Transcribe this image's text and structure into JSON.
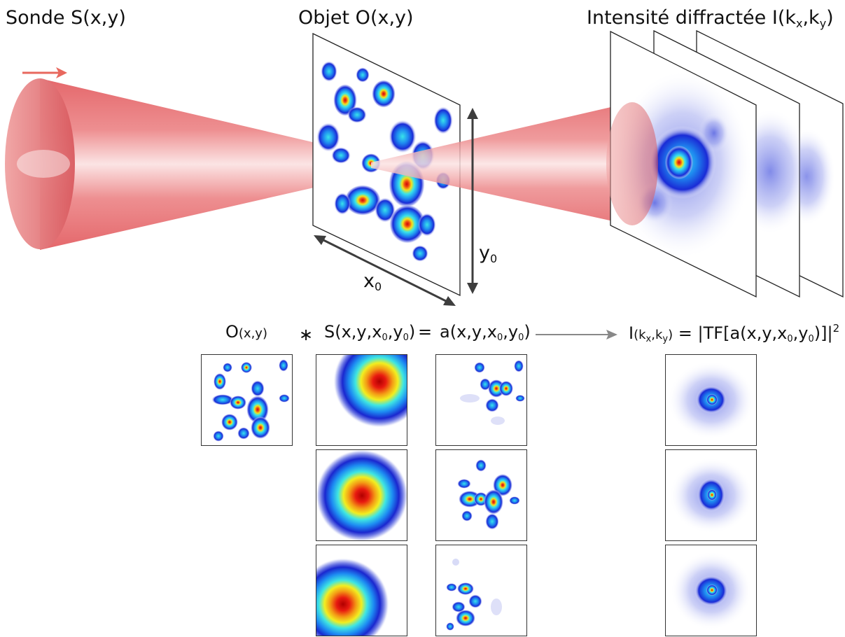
{
  "labels": {
    "probe_prefix": "Sonde S",
    "probe_args": "(x,y)",
    "object_prefix": "Objet O",
    "object_args": "(x,y)",
    "intensity_prefix": "Intensité diffractée I",
    "intensity_open": "(k",
    "intensity_x": "x",
    "intensity_comma": ",k",
    "intensity_y": "y",
    "intensity_close": ")",
    "y0_main": "y",
    "y0_sub": "0",
    "x0_main": "x",
    "x0_sub": "0"
  },
  "equation": {
    "o_main": "O",
    "o_args": "(x,y)",
    "convolve": "∗",
    "s_main": "S(x,y,x",
    "s_sub0": "0",
    "s_mid": ",y",
    "s_sub1": "0",
    "s_close": ")",
    "equals1": "=",
    "a_main": "a(x,y,x",
    "a_sub0": "0",
    "a_mid": ",y",
    "a_sub1": "0",
    "a_close": ")",
    "i_main": "I",
    "i_open": "(k",
    "i_x": "x",
    "i_comma": ",k",
    "i_y": "y",
    "i_close": ")",
    "equals2": "=",
    "bar_open": "|",
    "tf_main": "TF[a(x,y,x",
    "tf_sub0": "0",
    "tf_mid": ",y",
    "tf_sub1": "0",
    "tf_close": ")]",
    "bar_close": "|",
    "power": "2"
  },
  "colors": {
    "beam": "#e8676a",
    "beam_light": "#f6c4c4",
    "arrow_red": "#e8685e",
    "axis_arrow": "#3d3d3d",
    "eq_arrow": "#888888",
    "jet_low": "#1a2bd6",
    "jet_mid": "#38e3ea",
    "jet_hi": "#f3e11c",
    "jet_peak": "#cc0a0a",
    "frame": "#222222"
  }
}
